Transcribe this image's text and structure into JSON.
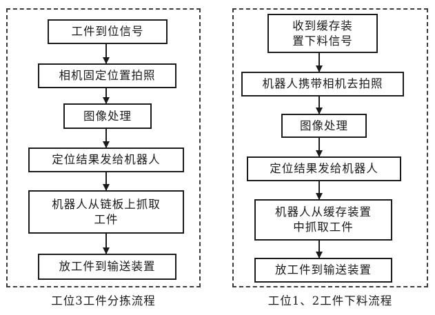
{
  "left_flow": {
    "caption": "工位3工件分拣流程",
    "steps": [
      "工件到位信号",
      "相机固定位置拍照",
      "图像处理",
      "定位结果发给机器人",
      "机器人从链板上抓取\n工件",
      "放工件到输送装置"
    ]
  },
  "right_flow": {
    "caption": "工位1、2工件下料流程",
    "steps": [
      "收到缓存装\n置下料信号",
      "机器人携带相机去拍照",
      "图像处理",
      "定位结果发给机器人",
      "机器人从缓存装置\n中抓取工件",
      "放工件到输送装置"
    ]
  }
}
